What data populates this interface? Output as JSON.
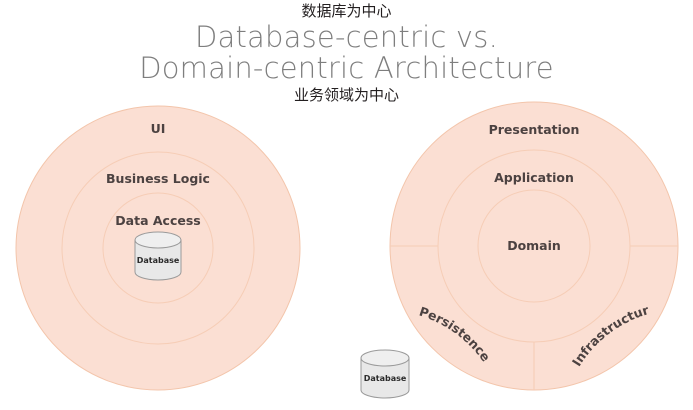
{
  "title": {
    "cn_top": "数据库为中心",
    "en_line1": "Database-centric vs.",
    "en_line2": "Domain-centric Architecture",
    "cn_bottom": "业务领域为中心"
  },
  "colors": {
    "ring_fill": "#fbdfd3",
    "ring_stroke": "#f3c5ab",
    "label_text": "#4c4241",
    "title_text": "#7e7e7e",
    "cn_text": "#231f20",
    "cylinder_fill": "#e8e8e8",
    "cylinder_stroke": "#9a9a9a",
    "background": "#ffffff"
  },
  "left_diagram": {
    "name": "database-centric-architecture",
    "layers": [
      {
        "label": "UI",
        "level": 1
      },
      {
        "label": "Business Logic",
        "level": 2
      },
      {
        "label": "Data Access",
        "level": 3
      }
    ],
    "center_node": {
      "label": "Database",
      "shape": "cylinder"
    }
  },
  "right_diagram": {
    "name": "domain-centric-architecture",
    "layers": [
      {
        "label": "Presentation",
        "level": 1
      },
      {
        "label": "Application",
        "level": 2
      },
      {
        "label": "Domain",
        "level": 3
      }
    ],
    "sectors": [
      {
        "label": "Persistence",
        "position": "lower-left"
      },
      {
        "label": "Infrastructure",
        "position": "lower-right"
      }
    ]
  },
  "external_node": {
    "label": "Database",
    "shape": "cylinder"
  }
}
